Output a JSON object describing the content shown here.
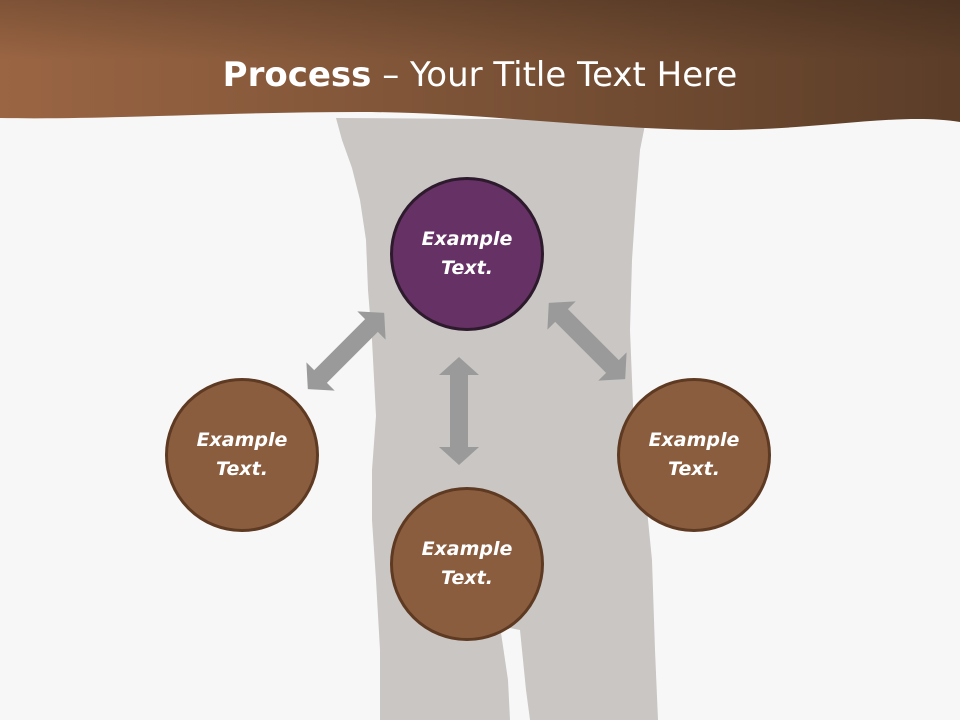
{
  "title": {
    "bold_part": "Process",
    "dash": " – ",
    "rest": "Your Title Text Here"
  },
  "nodes": {
    "top": {
      "line1": "Example",
      "line2": "Text."
    },
    "left": {
      "line1": "Example",
      "line2": "Text."
    },
    "right": {
      "line1": "Example",
      "line2": "Text."
    },
    "bottom": {
      "line1": "Example",
      "line2": "Text."
    }
  },
  "colors": {
    "header": "#7a4f33",
    "node_fill": "#8b5d3f",
    "center_fill": "#663164",
    "silhouette": "#c9c6c4",
    "arrows": "#9a9a9a",
    "background": "#f8f7f7"
  }
}
